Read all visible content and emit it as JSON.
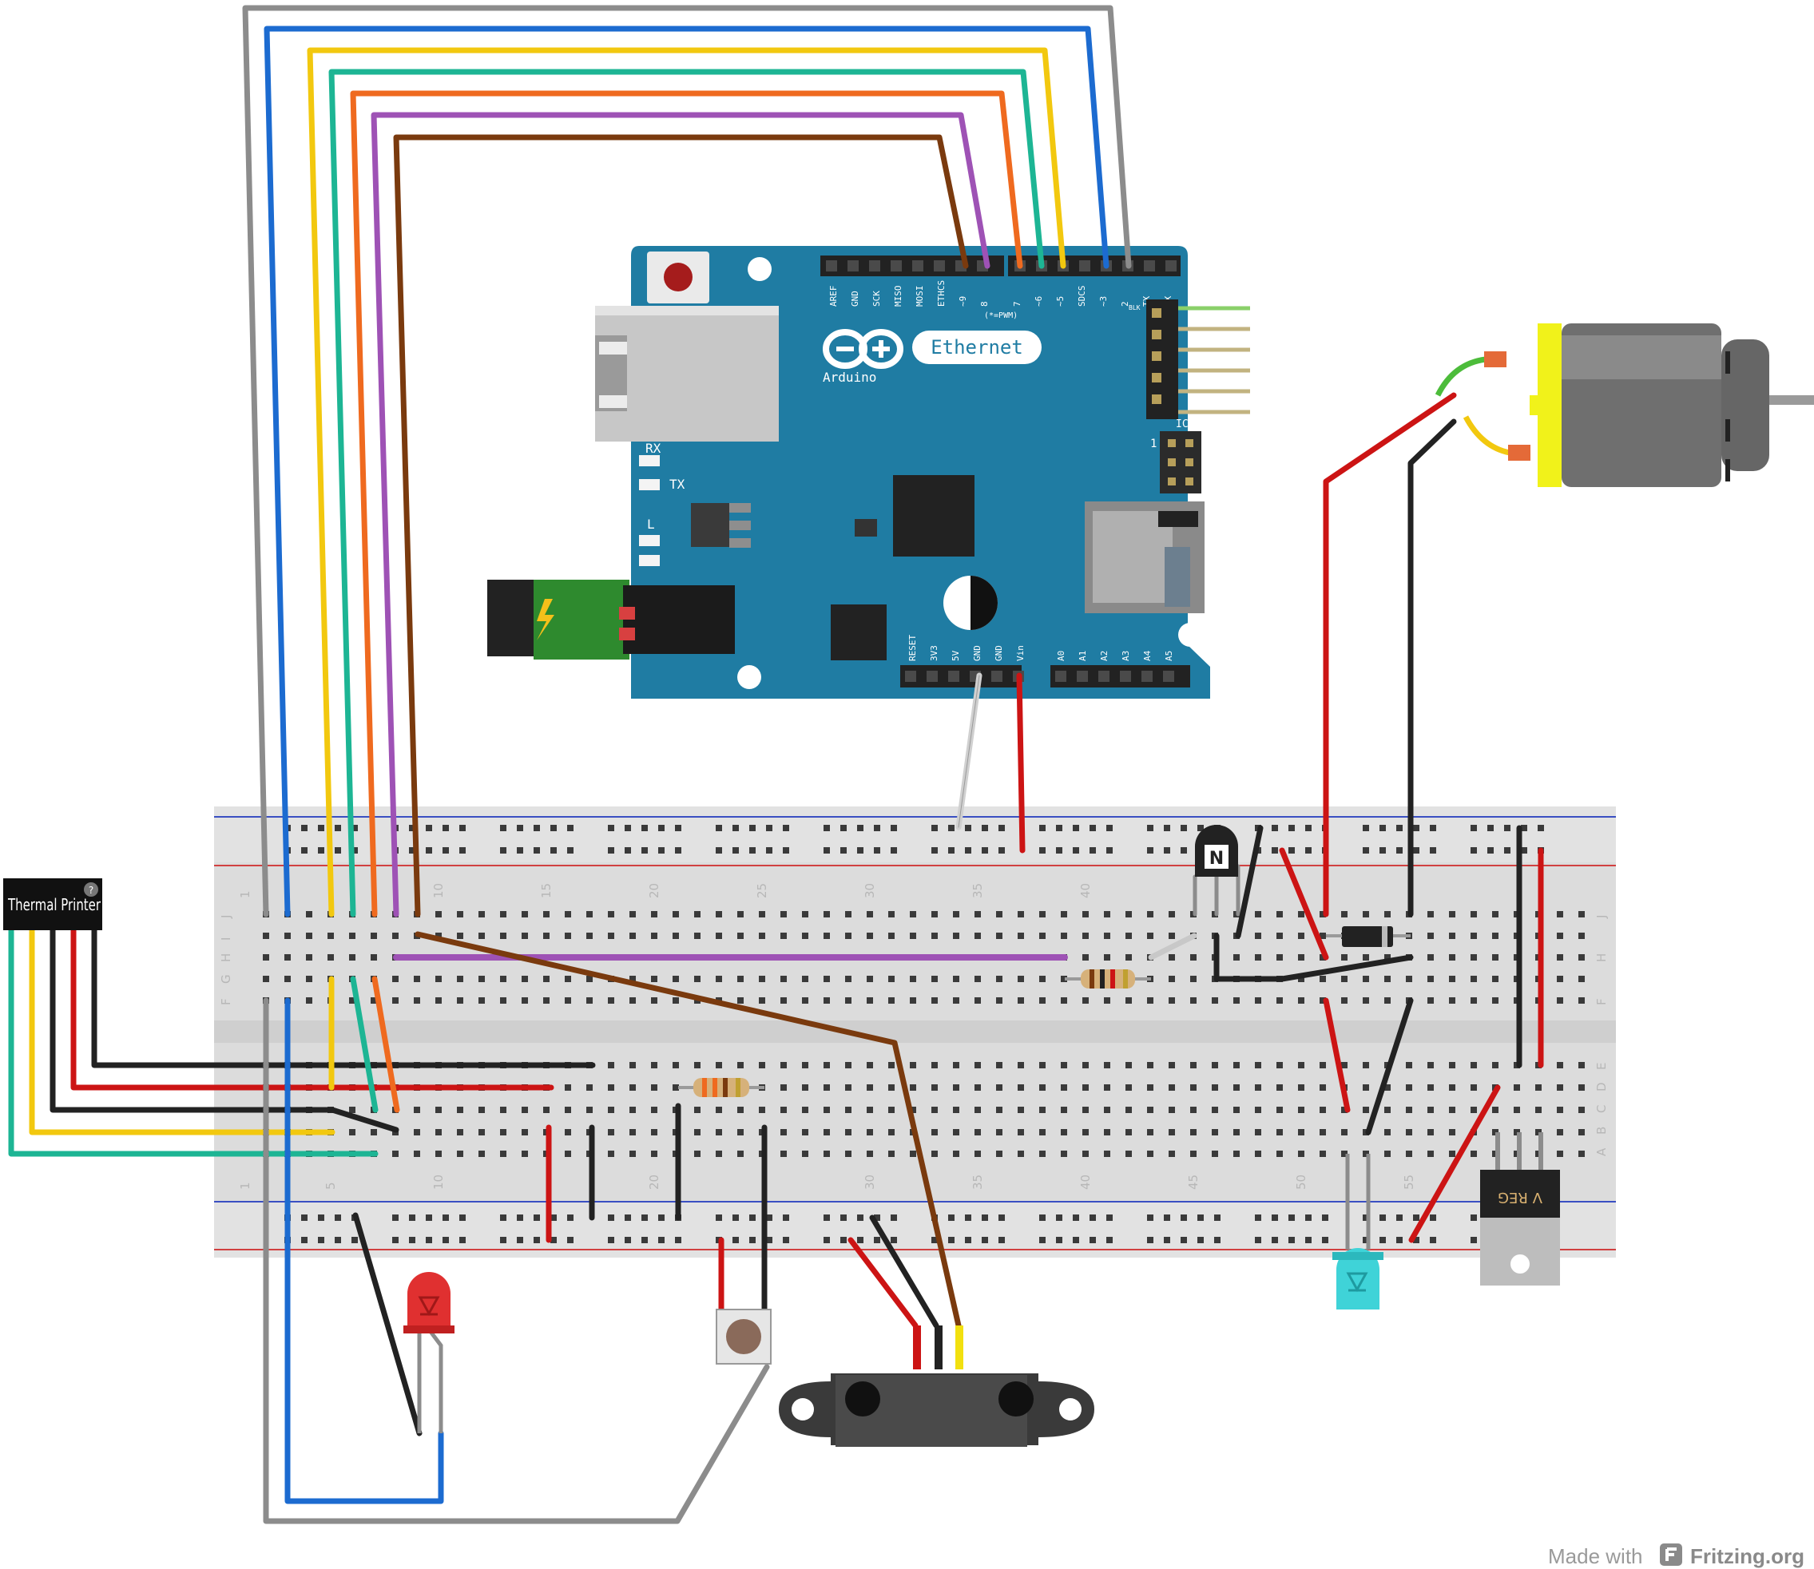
{
  "arduino": {
    "logo_text": "Arduino",
    "ethernet_label": "Ethernet",
    "pwm_note": "(*=PWM)",
    "digital_pins": [
      "AREF",
      "GND",
      "SCK",
      "MISO",
      "MOSI",
      "ETHCS",
      "~9",
      "8",
      "7",
      "~6",
      "~5",
      "SDCS",
      "~3",
      "2",
      "TX",
      "RX"
    ],
    "power_pins": [
      "RESET",
      "3V3",
      "5V",
      "GND",
      "GND",
      "Vin"
    ],
    "analog_pins": [
      "A0",
      "A1",
      "A2",
      "A3",
      "A4",
      "A5"
    ],
    "led_rx": "RX",
    "led_tx": "TX",
    "led_l": "L",
    "icsp": "ICSP",
    "icsp_one": "1",
    "blk": "BLK"
  },
  "breadboard": {
    "column_numbers": [
      "1",
      "5",
      "10",
      "15",
      "20",
      "25",
      "30",
      "35",
      "40",
      "45",
      "50",
      "55"
    ],
    "row_letters_top": [
      "J",
      "I",
      "H",
      "G",
      "F"
    ],
    "row_letters_bottom": [
      "E",
      "D",
      "C",
      "B",
      "A"
    ]
  },
  "thermal_printer": {
    "label": "Thermal Printer",
    "help": "?"
  },
  "regulator": {
    "label": "V REG"
  },
  "transistor": {
    "label": "N"
  },
  "footer": {
    "made_with": "Made with",
    "brand": "Fritzing.org"
  },
  "colors": {
    "board_blue": "#1f7ca3",
    "breadboard": "#dcdcdc",
    "wire_red": "#cc1414",
    "wire_black": "#222222",
    "wire_gray": "#8c8c8c",
    "wire_blue": "#1c6bd0",
    "wire_yellow": "#f2c80f",
    "wire_teal": "#1db594",
    "wire_orange": "#ef6a1f",
    "wire_purple": "#9e52b5",
    "wire_brown": "#7a3a0e",
    "wire_green": "#4cbc3a"
  }
}
